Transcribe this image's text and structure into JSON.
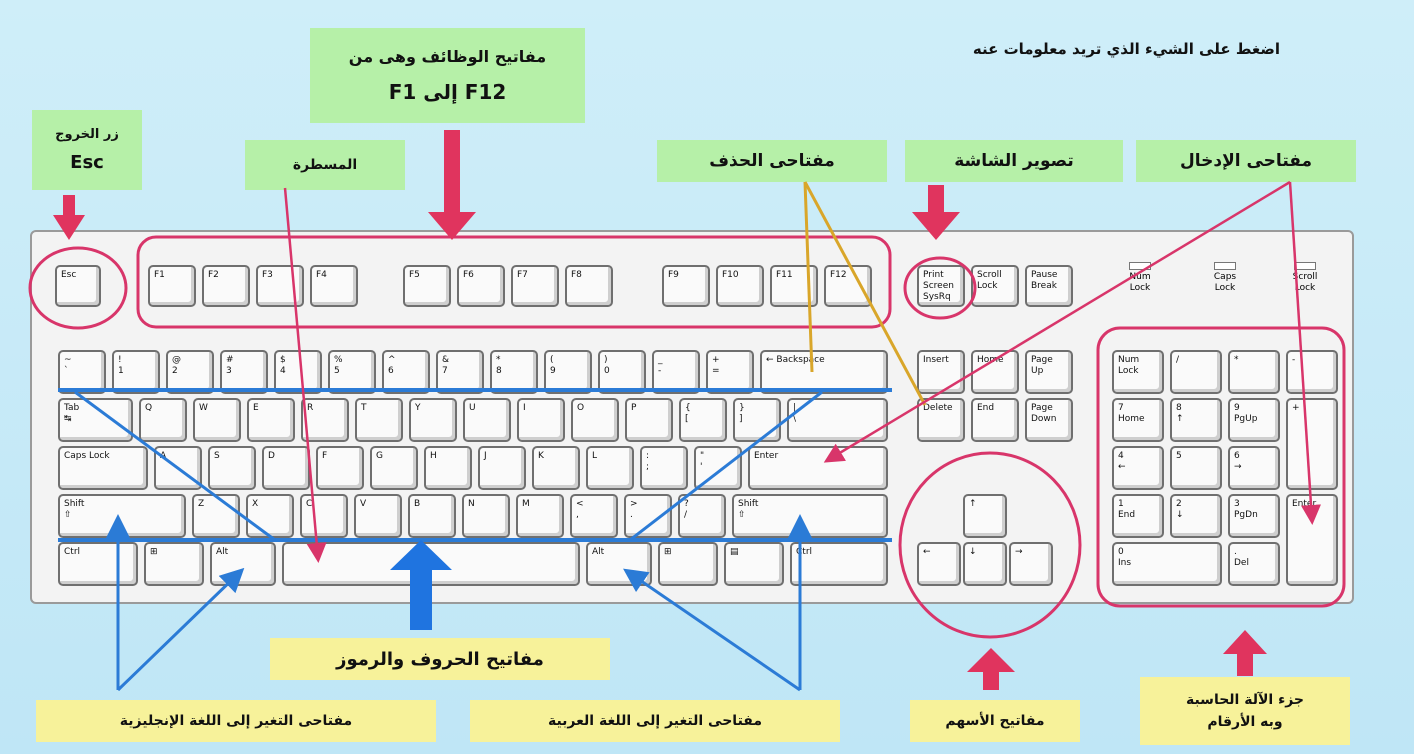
{
  "title": "اضغط على الشيء الذي تريد معلومات عنه",
  "labels": {
    "exit": {
      "line1": "زر الخروج",
      "line2": "Esc"
    },
    "function_keys": {
      "line1": "مفاتيح الوظائف وهى من",
      "line2": "F1 إلى F12"
    },
    "spacebar": "المسطرة",
    "delete_keys": "مفتاحى الحذف",
    "print_screen": "تصوير الشاشة",
    "enter_keys": "مفتاحى الإدخال",
    "letters_symbols": "مفاتيح الحروف والرموز",
    "to_english": "مفتاحى التغير إلى اللغة الإنجليزية",
    "to_arabic": "مفتاحى التغير إلى اللغة العربية",
    "arrows": "مفاتيح الأسهم",
    "numpad": {
      "line1": "جزء الآلة الحاسبة",
      "line2": "وبه الأرقام"
    }
  },
  "keys": {
    "esc": "Esc",
    "f": [
      "F1",
      "F2",
      "F3",
      "F4",
      "F5",
      "F6",
      "F7",
      "F8",
      "F9",
      "F10",
      "F11",
      "F12"
    ],
    "print_screen": "Print\nScreen\nSysRq",
    "scroll_lock": "Scroll\nLock",
    "pause": "Pause\nBreak",
    "indicators": [
      "Num\nLock",
      "Caps\nLock",
      "Scroll\nLock"
    ],
    "number_row": [
      "~\n`",
      "!\n1",
      "@\n2",
      "#\n3",
      "$\n4",
      "%\n5",
      "^\n6",
      "&\n7",
      "*\n8",
      "(\n9",
      ")\n0",
      "_\n-",
      "+\n=",
      "← Backspace"
    ],
    "top_row": [
      "Tab\n↹",
      "Q",
      "W",
      "E",
      "R",
      "T",
      "Y",
      "U",
      "I",
      "O",
      "P",
      "{\n[",
      "}\n]",
      "|\n\\"
    ],
    "home_row": [
      "Caps Lock",
      "A",
      "S",
      "D",
      "F",
      "G",
      "H",
      "J",
      "K",
      "L",
      ":\n;",
      "\"\n'",
      "Enter"
    ],
    "shift_row": [
      "Shift\n⇧",
      "Z",
      "X",
      "C",
      "V",
      "B",
      "N",
      "M",
      "<\n,",
      ">\n.",
      "?\n/",
      "Shift\n⇧"
    ],
    "bottom_row": [
      "Ctrl",
      "⊞",
      "Alt",
      "",
      "Alt",
      "⊞",
      "▤",
      "Ctrl"
    ],
    "nav_top": [
      "Insert",
      "Home",
      "Page\nUp"
    ],
    "nav_bottom": [
      "Delete",
      "End",
      "Page\nDown"
    ],
    "arrows": [
      "↑",
      "←",
      "↓",
      "→"
    ],
    "numpad": [
      "Num\nLock",
      "/",
      "*",
      "-",
      "7\nHome",
      "8\n↑",
      "9\nPgUp",
      "+",
      "4\n←",
      "5",
      "6\n→",
      "1\nEnd",
      "2\n↓",
      "3\nPgDn",
      "Enter",
      "0\nIns",
      ".\nDel"
    ]
  },
  "colors": {
    "background": "#c8ebf8",
    "green_label": "#b6f0a8",
    "yellow_label": "#f7f29a",
    "highlight_circle": "#d8356a",
    "pointer_blue": "#2b7bd6",
    "pointer_gold": "#d9a62a",
    "arrow_red": "#e0345e",
    "arrow_blue": "#1f74e0"
  },
  "icons": [
    "arrow-down-icon",
    "arrow-up-icon",
    "windows-logo-icon",
    "menu-key-icon"
  ]
}
